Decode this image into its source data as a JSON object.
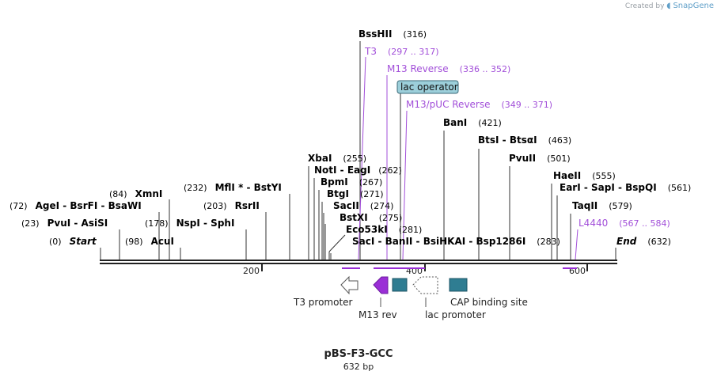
{
  "credit": {
    "prefix": "Created by",
    "brand": "SnapGene"
  },
  "sequence": {
    "name": "pBS-F3-GCC",
    "length_label": "632 bp"
  },
  "colors": {
    "feature_purple": "#9a2ed6",
    "primer_purple": "#a24fd9",
    "site_text": "#000000",
    "backbone": "#222222",
    "teal_box": "#2f7d92",
    "operator_fill": "#9ccfda"
  },
  "ruler": {
    "ticks": [
      {
        "label": "200"
      },
      {
        "label": "400"
      },
      {
        "label": "600"
      }
    ]
  },
  "sites": [
    {
      "name": "BssHII",
      "pos": "(316)"
    },
    {
      "name": "BanI",
      "pos": "(421)"
    },
    {
      "name": "BtsI - BtsαI",
      "pos": "(463)"
    },
    {
      "name": "PvuII",
      "pos": "(501)"
    },
    {
      "name": "XbaI",
      "pos": "(255)"
    },
    {
      "name": "NotI - EagI",
      "pos": "(262)"
    },
    {
      "name": "BpmI",
      "pos": "(267)"
    },
    {
      "name": "BtgI",
      "pos": "(271)"
    },
    {
      "name": "SacII",
      "pos": "(274)"
    },
    {
      "name": "BstXI",
      "pos": "(275)"
    },
    {
      "name": "Eco53kI",
      "pos": "(281)"
    },
    {
      "name": "SacI - BanII - BsiHKAI - Bsp1286I",
      "pos": "(283)"
    },
    {
      "name": "HaeII",
      "pos": "(555)"
    },
    {
      "name": "EarI - SapI - BspQI",
      "pos": "(561)"
    },
    {
      "name": "TaqII",
      "pos": "(579)"
    },
    {
      "name": "End",
      "pos": "(632)"
    },
    {
      "name": "Start",
      "pos": "(0)"
    },
    {
      "name": "AcuI",
      "pos": "(98)"
    },
    {
      "name": "PvuI - AsiSI",
      "pos": "(23)"
    },
    {
      "name": "NspI - SphI",
      "pos": "(178)"
    },
    {
      "name": "AgeI - BsrFI - BsaWI",
      "pos": "(72)"
    },
    {
      "name": "XmnI",
      "pos": "(84)"
    },
    {
      "name": "RsrII",
      "pos": "(203)"
    },
    {
      "name": "MflI * - BstYI",
      "pos": "(232)"
    }
  ],
  "primers": [
    {
      "name": "T3",
      "range": "(297 .. 317)"
    },
    {
      "name": "M13 Reverse",
      "range": "(336 .. 352)"
    },
    {
      "name": "M13/pUC Reverse",
      "range": "(349 .. 371)"
    },
    {
      "name": "L4440",
      "range": "(567 .. 584)"
    }
  ],
  "operator": {
    "label": "lac operator"
  },
  "features": [
    {
      "name": "T3 promoter"
    },
    {
      "name": "M13 rev"
    },
    {
      "name": "lac promoter"
    },
    {
      "name": "CAP binding site"
    }
  ]
}
